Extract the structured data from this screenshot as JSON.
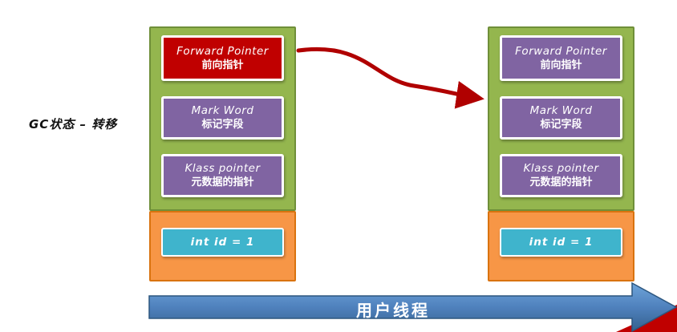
{
  "page": {
    "label": "GC状态 – 转移"
  },
  "left_object": {
    "fields": [
      {
        "en": "Forward Pointer",
        "zh": "前向指针"
      },
      {
        "en": "Mark Word",
        "zh": "标记字段"
      },
      {
        "en": "Klass pointer",
        "zh": "元数据的指针"
      }
    ],
    "data_value": "int id = 1"
  },
  "right_object": {
    "fields": [
      {
        "en": "Forward Pointer",
        "zh": "前向指针"
      },
      {
        "en": "Mark Word",
        "zh": "标记字段"
      },
      {
        "en": "Klass pointer",
        "zh": "元数据的指针"
      }
    ],
    "data_value": "int id = 1"
  },
  "bottom_arrow": {
    "label": "用户线程"
  },
  "colors": {
    "container_green": "#94b64e",
    "forward_pointer_left": "#c00000",
    "field_purple": "#8064a2",
    "data_orange": "#f79646",
    "value_cyan": "#3fb4cc",
    "user_thread_blue": "#4f81bd",
    "transfer_arrow_red": "#b00000",
    "corner_triangle_red": "#c00000"
  }
}
